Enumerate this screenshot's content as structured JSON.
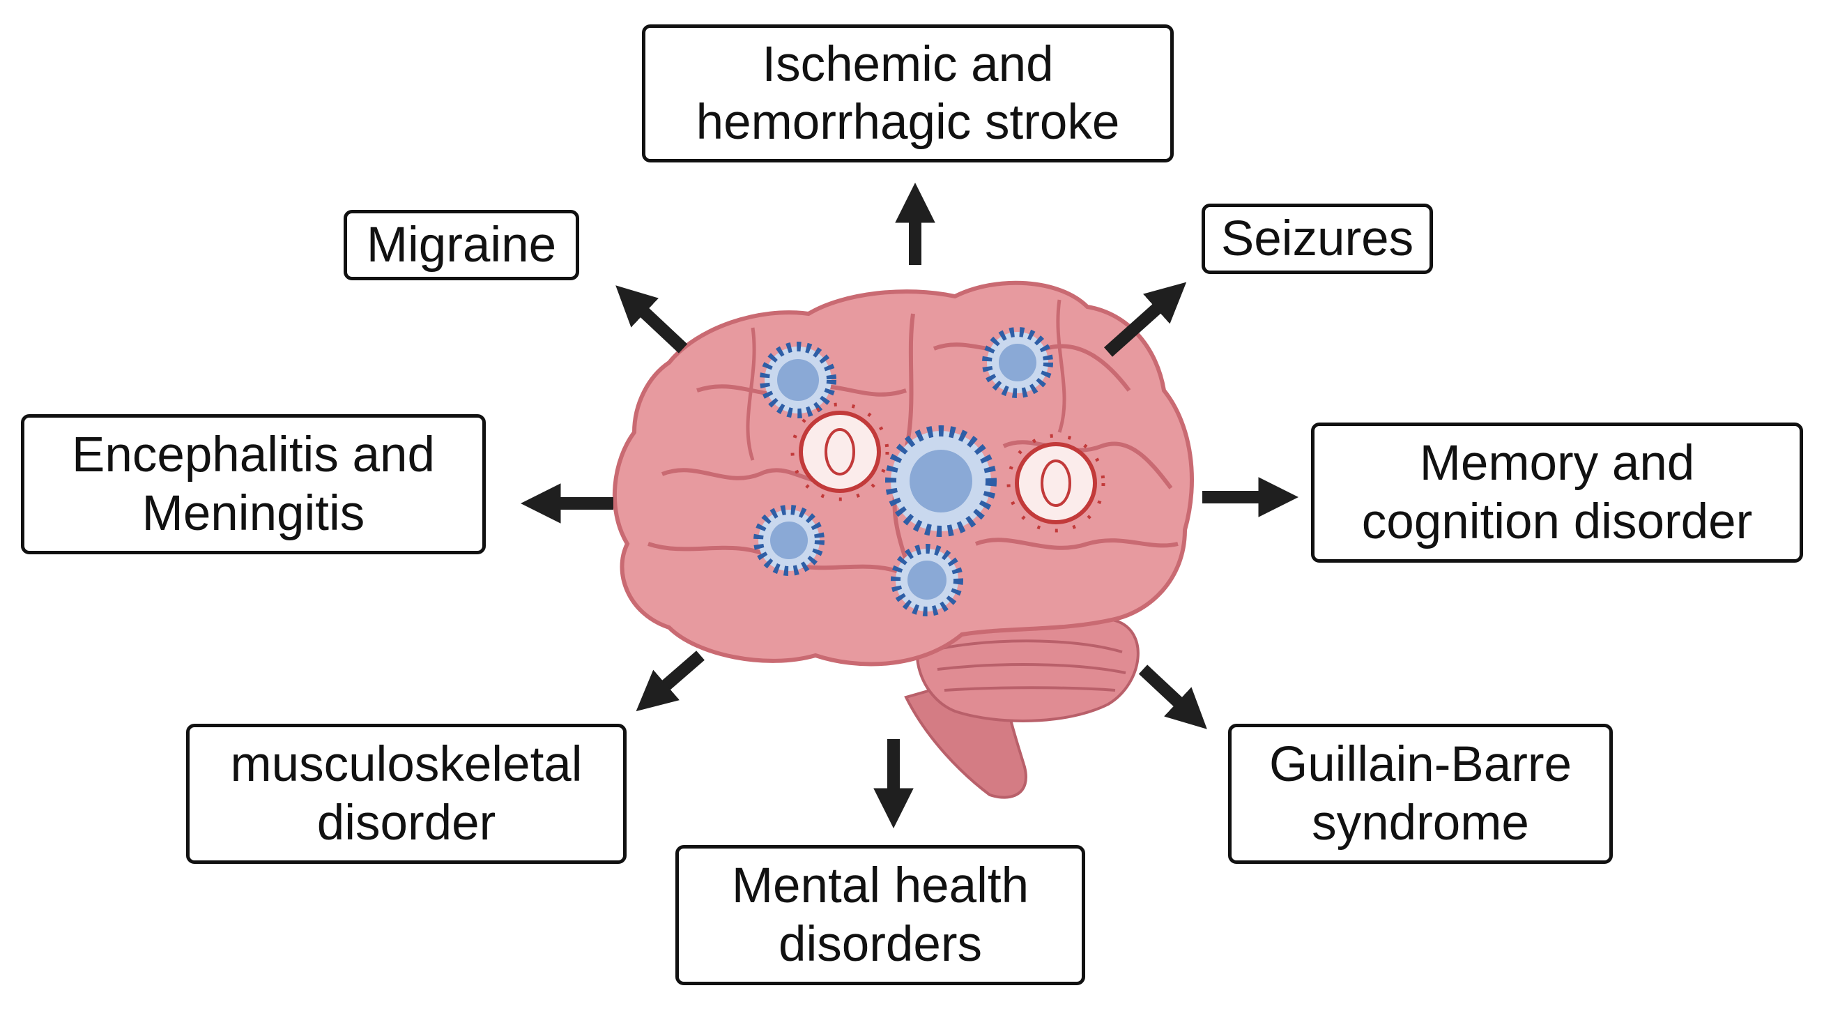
{
  "colors": {
    "box_border": "#111111",
    "arrow": "#1f1f1f",
    "brain_fill": "#e79a9f",
    "brain_shade": "#c96a72",
    "brainstem": "#d47c84",
    "virus_blue": "#2e5ea6",
    "virus_light": "#c9d8ee",
    "cell_red": "#c23a3a",
    "cell_fill": "#fbeceb"
  },
  "illustration": {
    "icons": [
      "brain-icon",
      "coronavirus-icon",
      "infected-cell-icon"
    ]
  },
  "conditions": {
    "stroke": {
      "line1": "Ischemic and",
      "line2": "hemorrhagic stroke"
    },
    "migraine": {
      "line1": "Migraine"
    },
    "seizures": {
      "line1": "Seizures"
    },
    "encephalitis": {
      "line1": "Encephalitis and",
      "line2": "Meningitis"
    },
    "memory": {
      "line1": "Memory and",
      "line2": "cognition disorder"
    },
    "musculoskeletal": {
      "line1": "musculoskeletal",
      "line2": "disorder"
    },
    "mental_health": {
      "line1": "Mental health",
      "line2": "disorders"
    },
    "guillain_barre": {
      "line1": "Guillain-Barre",
      "line2": "syndrome"
    }
  }
}
